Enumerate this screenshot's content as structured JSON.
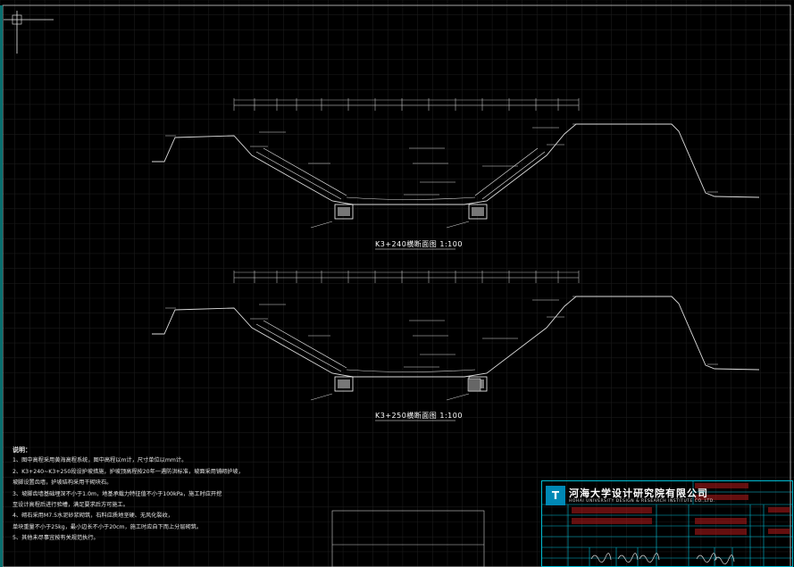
{
  "sections": [
    {
      "title": "K3+240横断面图  1:100"
    },
    {
      "title": "K3+250横断面图  1:100"
    }
  ],
  "notes": {
    "heading": "说明：",
    "items": [
      "1、图中高程采用黄海高程系统，图中高程以m计，尺寸单位以mm计。",
      "2、K3+240~K3+250段设护坡措施，护坡顶高程按20年一遇防洪标准，坡面采用铺砌护坡，",
      "   坡脚设置齿墙，护坡结构采用干砌块石。",
      "3、坡脚齿墙基础埋深不小于1.0m，地基承载力特征值不小于100kPa，施工时应开挖",
      "   至设计高程后进行验槽，满足要求后方可施工。",
      "4、砌石采用M7.5水泥砂浆砌筑，石料应质地坚硬、无风化裂纹，",
      "   单块重量不小于25kg，最小边长不小于20cm，施工时应自下而上分层砌筑。",
      "5、其他未尽事宜按有关规范执行。"
    ]
  },
  "titleblock": {
    "logo": "T",
    "company": "河海大学设计研究院有限公司",
    "company_en": "HOHAI UNIVERSITY DESIGN & RESEARCH INSTITUTE CO.,LTD."
  }
}
